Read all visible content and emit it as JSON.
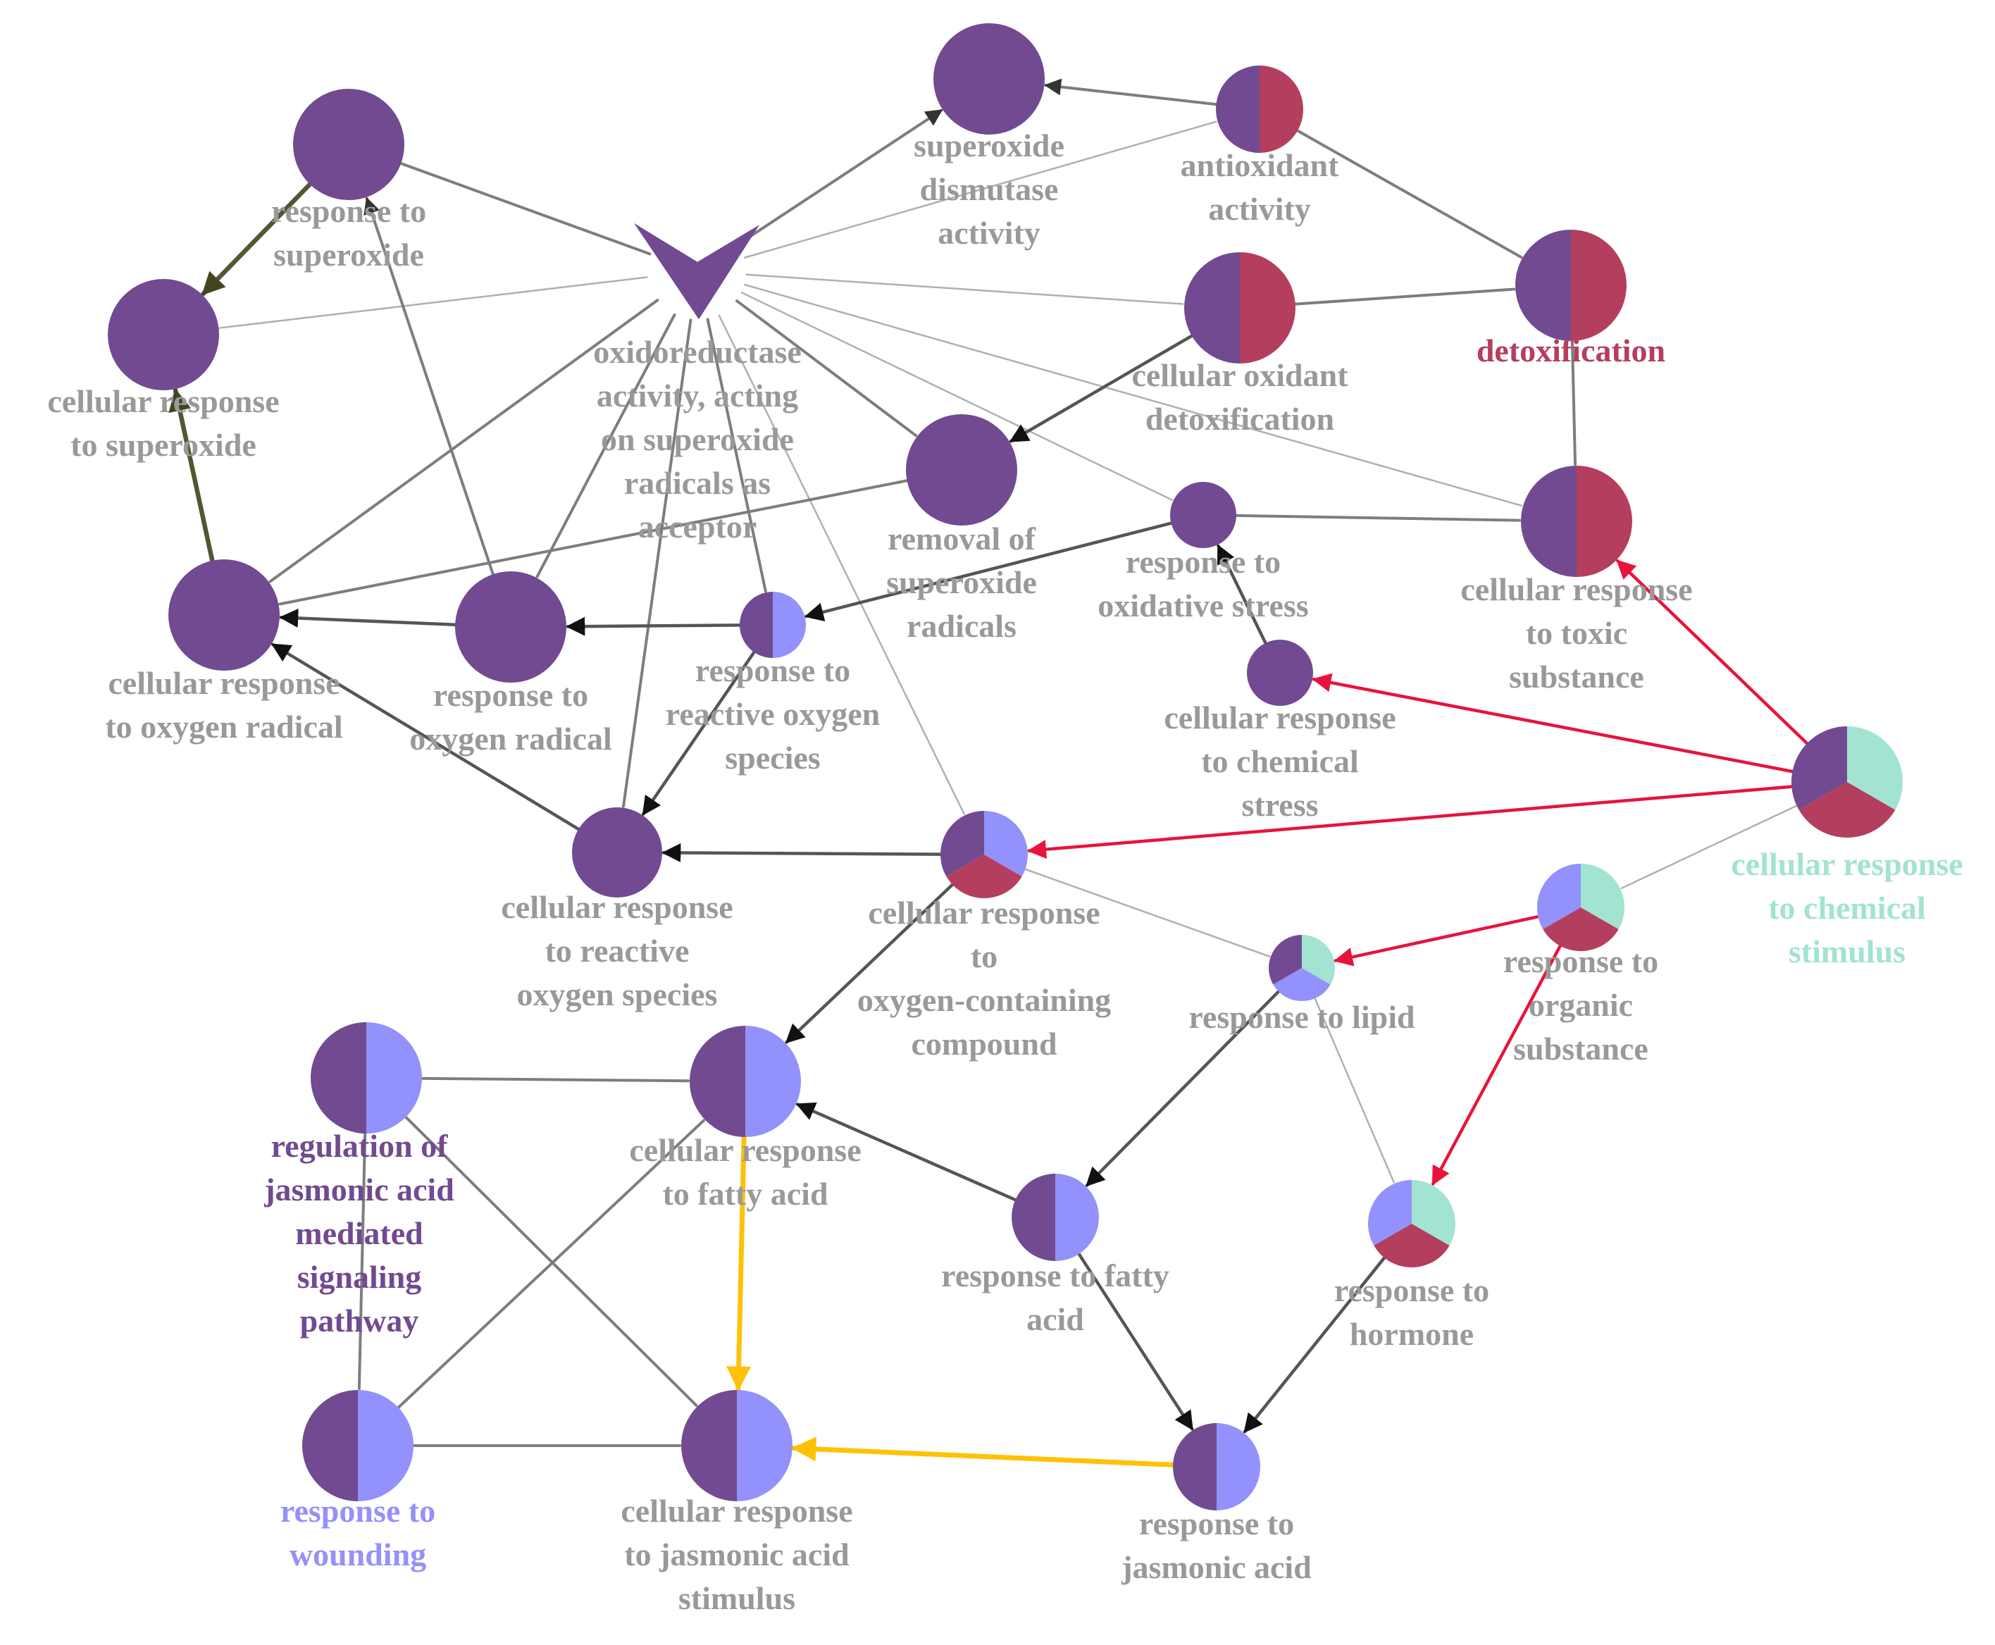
{
  "colors": {
    "purple": "#714A91",
    "periwinkle": "#9391FB",
    "crimson": "#B43E5D",
    "mint": "#A2E3D2",
    "label_gray": "#999999",
    "edge_gray": "#7d7d7d",
    "edge_red": "#E8133C",
    "edge_yellow": "#FFC107",
    "edge_olive": "#555533"
  },
  "nodes": [
    {
      "id": "superoxide-dismutase-activity",
      "label": [
        "superoxide",
        "dismutase",
        "activity"
      ],
      "label_color": "gray",
      "shape": "circle",
      "slices": [
        "purple"
      ]
    },
    {
      "id": "antioxidant-activity",
      "label": [
        "antioxidant",
        "activity"
      ],
      "label_color": "gray",
      "shape": "circle",
      "slices": [
        "purple",
        "crimson"
      ]
    },
    {
      "id": "response-to-superoxide",
      "label": [
        "response to",
        "superoxide"
      ],
      "label_color": "gray",
      "shape": "circle",
      "slices": [
        "purple"
      ]
    },
    {
      "id": "cellular-response-to-superoxide",
      "label": [
        "cellular response",
        "to superoxide"
      ],
      "label_color": "gray",
      "shape": "circle",
      "slices": [
        "purple"
      ]
    },
    {
      "id": "oxidoreductase-activity",
      "label": [
        "oxidoreductase",
        "activity, acting",
        "on superoxide",
        "radicals as",
        "acceptor"
      ],
      "label_color": "gray",
      "shape": "vee",
      "slices": [
        "purple"
      ]
    },
    {
      "id": "detoxification",
      "label": [
        "detoxification"
      ],
      "label_color": "crimson",
      "shape": "circle",
      "slices": [
        "purple",
        "crimson"
      ]
    },
    {
      "id": "cellular-oxidant-detoxification",
      "label": [
        "cellular oxidant",
        "detoxification"
      ],
      "label_color": "gray",
      "shape": "circle",
      "slices": [
        "purple",
        "crimson"
      ]
    },
    {
      "id": "removal-of-superoxide-radicals",
      "label": [
        "removal of",
        "superoxide",
        "radicals"
      ],
      "label_color": "gray",
      "shape": "circle",
      "slices": [
        "purple"
      ]
    },
    {
      "id": "response-to-oxidative-stress",
      "label": [
        "response to",
        "oxidative stress"
      ],
      "label_color": "gray",
      "shape": "circle",
      "slices": [
        "purple"
      ]
    },
    {
      "id": "cellular-response-to-toxic-substance",
      "label": [
        "cellular response",
        "to toxic",
        "substance"
      ],
      "label_color": "gray",
      "shape": "circle",
      "slices": [
        "purple",
        "crimson"
      ]
    },
    {
      "id": "cellular-response-to-oxygen-radical",
      "label": [
        "cellular response",
        "to oxygen radical"
      ],
      "label_color": "gray",
      "shape": "circle",
      "slices": [
        "purple"
      ]
    },
    {
      "id": "response-to-oxygen-radical",
      "label": [
        "response to",
        "oxygen radical"
      ],
      "label_color": "gray",
      "shape": "circle",
      "slices": [
        "purple"
      ]
    },
    {
      "id": "response-to-reactive-oxygen-species",
      "label": [
        "response to",
        "reactive oxygen",
        "species"
      ],
      "label_color": "gray",
      "shape": "circle",
      "slices": [
        "purple",
        "periwinkle"
      ]
    },
    {
      "id": "cellular-response-to-chemical-stress",
      "label": [
        "cellular response",
        "to chemical",
        "stress"
      ],
      "label_color": "gray",
      "shape": "circle",
      "slices": [
        "purple"
      ]
    },
    {
      "id": "cellular-response-to-chemical-stimulus",
      "label": [
        "cellular response",
        "to chemical",
        "stimulus"
      ],
      "label_color": "mint",
      "shape": "circle",
      "slices": [
        "purple",
        "crimson",
        "mint"
      ]
    },
    {
      "id": "cellular-response-to-reactive-oxygen-species",
      "label": [
        "cellular response",
        "to reactive",
        "oxygen species"
      ],
      "label_color": "gray",
      "shape": "circle",
      "slices": [
        "purple"
      ]
    },
    {
      "id": "cellular-response-to-oxygen-containing-compound",
      "label": [
        "cellular response",
        "to",
        "oxygen-containing",
        "compound"
      ],
      "label_color": "gray",
      "shape": "circle",
      "slices": [
        "purple",
        "crimson",
        "periwinkle"
      ]
    },
    {
      "id": "response-to-organic-substance",
      "label": [
        "response to",
        "organic",
        "substance"
      ],
      "label_color": "gray",
      "shape": "circle",
      "slices": [
        "periwinkle",
        "crimson",
        "mint"
      ]
    },
    {
      "id": "response-to-lipid",
      "label": [
        "response to lipid"
      ],
      "label_color": "gray",
      "shape": "circle",
      "slices": [
        "purple",
        "periwinkle",
        "mint"
      ]
    },
    {
      "id": "regulation-of-jasmonic-acid-mediated-signaling-pathway",
      "label": [
        "regulation of",
        "jasmonic acid",
        "mediated",
        "signaling",
        "pathway"
      ],
      "label_color": "purple",
      "shape": "circle",
      "slices": [
        "purple",
        "periwinkle"
      ]
    },
    {
      "id": "cellular-response-to-fatty-acid",
      "label": [
        "cellular response",
        "to fatty acid"
      ],
      "label_color": "gray",
      "shape": "circle",
      "slices": [
        "purple",
        "periwinkle"
      ]
    },
    {
      "id": "response-to-fatty-acid",
      "label": [
        "response to fatty",
        "acid"
      ],
      "label_color": "gray",
      "shape": "circle",
      "slices": [
        "purple",
        "periwinkle"
      ]
    },
    {
      "id": "response-to-hormone",
      "label": [
        "response to",
        "hormone"
      ],
      "label_color": "gray",
      "shape": "circle",
      "slices": [
        "periwinkle",
        "crimson",
        "mint"
      ]
    },
    {
      "id": "response-to-wounding",
      "label": [
        "response to",
        "wounding"
      ],
      "label_color": "periwinkle",
      "shape": "circle",
      "slices": [
        "purple",
        "periwinkle"
      ]
    },
    {
      "id": "cellular-response-to-jasmonic-acid-stimulus",
      "label": [
        "cellular response",
        "to jasmonic acid",
        "stimulus"
      ],
      "label_color": "gray",
      "shape": "circle",
      "slices": [
        "purple",
        "periwinkle"
      ]
    },
    {
      "id": "response-to-jasmonic-acid",
      "label": [
        "response to",
        "jasmonic acid"
      ],
      "label_color": "gray",
      "shape": "circle",
      "slices": [
        "purple",
        "periwinkle"
      ]
    }
  ],
  "edges": [
    {
      "from": "antioxidant-activity",
      "to": "superoxide-dismutase-activity",
      "style": "gray",
      "arrow": true
    },
    {
      "from": "oxidoreductase-activity",
      "to": "superoxide-dismutase-activity",
      "style": "gray",
      "arrow": true
    },
    {
      "from": "oxidoreductase-activity",
      "to": "antioxidant-activity",
      "style": "thin",
      "arrow": false
    },
    {
      "from": "antioxidant-activity",
      "to": "detoxification",
      "style": "gray",
      "arrow": false
    },
    {
      "from": "response-to-superoxide",
      "to": "oxidoreductase-activity",
      "style": "gray",
      "arrow": false
    },
    {
      "from": "response-to-superoxide",
      "to": "cellular-response-to-superoxide",
      "style": "olive",
      "arrow": true
    },
    {
      "from": "cellular-response-to-superoxide",
      "to": "oxidoreductase-activity",
      "style": "thin",
      "arrow": false
    },
    {
      "from": "oxidoreductase-activity",
      "to": "cellular-oxidant-detoxification",
      "style": "thin",
      "arrow": false
    },
    {
      "from": "oxidoreductase-activity",
      "to": "removal-of-superoxide-radicals",
      "style": "gray",
      "arrow": false
    },
    {
      "from": "oxidoreductase-activity",
      "to": "response-to-oxidative-stress",
      "style": "thin",
      "arrow": false
    },
    {
      "from": "oxidoreductase-activity",
      "to": "cellular-response-to-toxic-substance",
      "style": "thin",
      "arrow": false
    },
    {
      "from": "oxidoreductase-activity",
      "to": "cellular-response-to-oxygen-radical",
      "style": "gray",
      "arrow": false
    },
    {
      "from": "oxidoreductase-activity",
      "to": "response-to-oxygen-radical",
      "style": "gray",
      "arrow": false
    },
    {
      "from": "oxidoreductase-activity",
      "to": "response-to-reactive-oxygen-species",
      "style": "gray",
      "arrow": false
    },
    {
      "from": "oxidoreductase-activity",
      "to": "cellular-response-to-reactive-oxygen-species",
      "style": "gray",
      "arrow": false
    },
    {
      "from": "oxidoreductase-activity",
      "to": "cellular-response-to-oxygen-containing-compound",
      "style": "thin",
      "arrow": false
    },
    {
      "from": "cellular-oxidant-detoxification",
      "to": "detoxification",
      "style": "gray",
      "arrow": false
    },
    {
      "from": "cellular-oxidant-detoxification",
      "to": "removal-of-superoxide-radicals",
      "style": "dark",
      "arrow": true
    },
    {
      "from": "detoxification",
      "to": "cellular-response-to-toxic-substance",
      "style": "gray",
      "arrow": false
    },
    {
      "from": "response-to-oxidative-stress",
      "to": "cellular-response-to-toxic-substance",
      "style": "gray",
      "arrow": false
    },
    {
      "from": "cellular-response-to-oxygen-radical",
      "to": "cellular-response-to-superoxide",
      "style": "olive",
      "arrow": true
    },
    {
      "from": "removal-of-superoxide-radicals",
      "to": "cellular-response-to-oxygen-radical",
      "style": "gray",
      "arrow": false
    },
    {
      "from": "response-to-oxygen-radical",
      "to": "response-to-superoxide",
      "style": "gray",
      "arrow": true
    },
    {
      "from": "response-to-oxygen-radical",
      "to": "cellular-response-to-oxygen-radical",
      "style": "dark",
      "arrow": true
    },
    {
      "from": "response-to-reactive-oxygen-species",
      "to": "response-to-oxygen-radical",
      "style": "dark",
      "arrow": true
    },
    {
      "from": "response-to-oxidative-stress",
      "to": "response-to-reactive-oxygen-species",
      "style": "dark",
      "arrow": true
    },
    {
      "from": "cellular-response-to-chemical-stress",
      "to": "response-to-oxidative-stress",
      "style": "dark",
      "arrow": true
    },
    {
      "from": "cellular-response-to-chemical-stimulus",
      "to": "cellular-response-to-toxic-substance",
      "style": "red",
      "arrow": true
    },
    {
      "from": "cellular-response-to-chemical-stimulus",
      "to": "cellular-response-to-chemical-stress",
      "style": "red",
      "arrow": true
    },
    {
      "from": "cellular-response-to-chemical-stimulus",
      "to": "cellular-response-to-oxygen-containing-compound",
      "style": "red",
      "arrow": true
    },
    {
      "from": "cellular-response-to-chemical-stimulus",
      "to": "response-to-organic-substance",
      "style": "thin",
      "arrow": false
    },
    {
      "from": "response-to-reactive-oxygen-species",
      "to": "cellular-response-to-reactive-oxygen-species",
      "style": "dark",
      "arrow": true
    },
    {
      "from": "cellular-response-to-reactive-oxygen-species",
      "to": "cellular-response-to-oxygen-radical",
      "style": "dark",
      "arrow": true
    },
    {
      "from": "cellular-response-to-oxygen-containing-compound",
      "to": "cellular-response-to-reactive-oxygen-species",
      "style": "dark",
      "arrow": true
    },
    {
      "from": "cellular-response-to-oxygen-containing-compound",
      "to": "response-to-lipid",
      "style": "thin",
      "arrow": false
    },
    {
      "from": "cellular-response-to-oxygen-containing-compound",
      "to": "cellular-response-to-fatty-acid",
      "style": "dark",
      "arrow": true
    },
    {
      "from": "response-to-organic-substance",
      "to": "response-to-lipid",
      "style": "red",
      "arrow": true
    },
    {
      "from": "response-to-organic-substance",
      "to": "response-to-hormone",
      "style": "red",
      "arrow": true
    },
    {
      "from": "response-to-lipid",
      "to": "response-to-fatty-acid",
      "style": "dark",
      "arrow": true
    },
    {
      "from": "response-to-lipid",
      "to": "response-to-hormone",
      "style": "thin",
      "arrow": false
    },
    {
      "from": "regulation-of-jasmonic-acid-mediated-signaling-pathway",
      "to": "cellular-response-to-fatty-acid",
      "style": "gray",
      "arrow": false
    },
    {
      "from": "regulation-of-jasmonic-acid-mediated-signaling-pathway",
      "to": "response-to-wounding",
      "style": "gray",
      "arrow": false
    },
    {
      "from": "regulation-of-jasmonic-acid-mediated-signaling-pathway",
      "to": "cellular-response-to-jasmonic-acid-stimulus",
      "style": "gray",
      "arrow": false
    },
    {
      "from": "response-to-wounding",
      "to": "cellular-response-to-fatty-acid",
      "style": "gray",
      "arrow": false
    },
    {
      "from": "response-to-wounding",
      "to": "cellular-response-to-jasmonic-acid-stimulus",
      "style": "gray",
      "arrow": false
    },
    {
      "from": "response-to-fatty-acid",
      "to": "cellular-response-to-fatty-acid",
      "style": "dark",
      "arrow": true
    },
    {
      "from": "cellular-response-to-fatty-acid",
      "to": "cellular-response-to-jasmonic-acid-stimulus",
      "style": "yellow",
      "arrow": true
    },
    {
      "from": "response-to-jasmonic-acid",
      "to": "cellular-response-to-jasmonic-acid-stimulus",
      "style": "yellow",
      "arrow": true
    },
    {
      "from": "response-to-fatty-acid",
      "to": "response-to-jasmonic-acid",
      "style": "dark",
      "arrow": true
    },
    {
      "from": "response-to-hormone",
      "to": "response-to-jasmonic-acid",
      "style": "dark",
      "arrow": true
    }
  ]
}
